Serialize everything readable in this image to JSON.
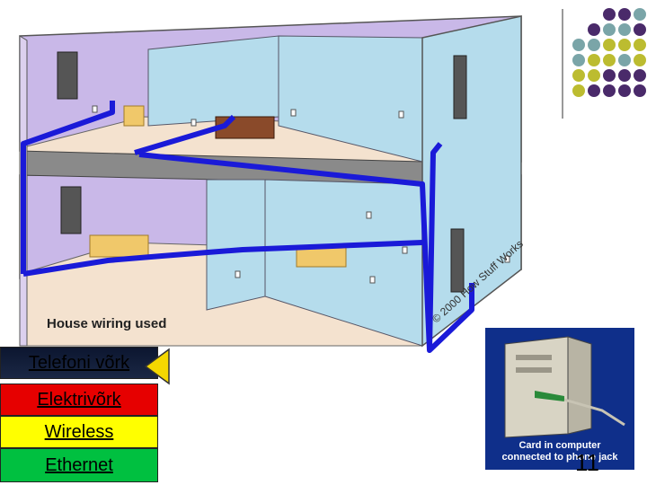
{
  "house_caption": "House wiring used",
  "copyright": "© 2000 How Stuff Works",
  "legend": [
    {
      "label": "Telefoni võrk",
      "color": "#0c1630"
    },
    {
      "label": "Elektrivõrk",
      "color": "#e60000"
    },
    {
      "label": "Wireless",
      "color": "#ffff00"
    },
    {
      "label": "Ethernet",
      "color": "#00c040"
    }
  ],
  "pc_caption": {
    "line1": "Card in computer",
    "line2": "connected to phone jack"
  },
  "page_number": "11",
  "colors": {
    "wire": "#1a1ad8",
    "wall_purple": "#c9b8e8",
    "wall_blue": "#b5dcec",
    "floor": "#f4e2cf",
    "panel_bg": "#0f2f8a",
    "dot_purple": "#4a2a6a",
    "dot_teal": "#7aa5a8",
    "dot_olive": "#bcbc30"
  }
}
